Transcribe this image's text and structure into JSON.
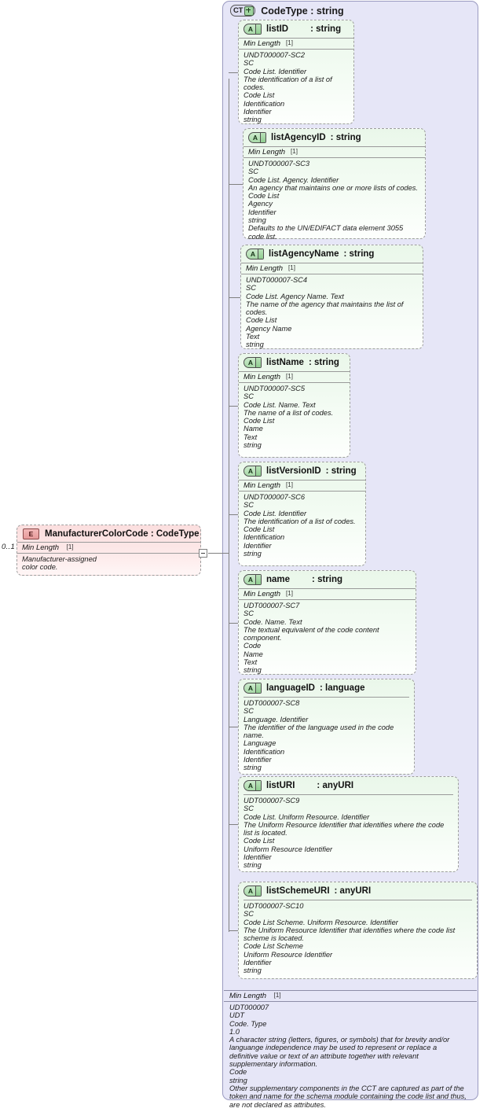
{
  "diagram": {
    "type": "xsd-schema-diagram",
    "colors": {
      "container_fill": "#e6e6f7",
      "container_border": "#9a9ac0",
      "attribute_fill": "#eaf7ea",
      "element_fill": "#fbdede",
      "connector": "#808080"
    }
  },
  "root_element": {
    "icon": "E",
    "name": "ManufacturerColorCode",
    "separator": ":",
    "type": "CodeType",
    "title": "ManufacturerColorCode : CodeType",
    "occurrence": "0..1",
    "facet_label": "Min Length",
    "facet_value": "[1]",
    "doc": [
      "Manufacturer-assigned",
      "color code."
    ]
  },
  "connector": {
    "collapse_icon": "minus-box"
  },
  "container": {
    "icon_text": "CT",
    "icon_expand": "+",
    "title": "CodeType : string",
    "footer": {
      "facet_label": "Min Length",
      "facet_value": "[1]",
      "doc": [
        "UDT000007",
        "UDT",
        "Code. Type",
        "1.0",
        "A character string (letters, figures, or symbols) that for brevity and/or languange independence may be used to represent or replace a definitive value or text of an attribute together with relevant supplementary information.",
        "Code",
        "string",
        "Other supplementary components in the CCT are captured as part of the token and name for the schema module containing the code list and thus, are not declared as attributes."
      ]
    }
  },
  "attributes": [
    {
      "icon": "A",
      "name": "listID",
      "separator": ":",
      "type": "string",
      "has_facet": true,
      "facet_label": "Min Length",
      "facet_value": "[1]",
      "doc": [
        "UNDT000007-SC2",
        "SC",
        "Code List. Identifier",
        "The identification of a list of codes.",
        "Code List",
        "Identification",
        "Identifier",
        "string"
      ]
    },
    {
      "icon": "A",
      "name": "listAgencyID",
      "separator": ":",
      "type": "string",
      "has_facet": true,
      "facet_label": "Min Length",
      "facet_value": "[1]",
      "doc": [
        "UNDT000007-SC3",
        "SC",
        "Code List. Agency. Identifier",
        "An agency that maintains one or more lists of codes.",
        "Code List",
        "Agency",
        "Identifier",
        "string",
        "Defaults to the UN/EDIFACT data element 3055 code list."
      ]
    },
    {
      "icon": "A",
      "name": "listAgencyName",
      "separator": ":",
      "type": "string",
      "has_facet": true,
      "facet_label": "Min Length",
      "facet_value": "[1]",
      "doc": [
        "UNDT000007-SC4",
        "SC",
        "Code List. Agency Name. Text",
        "The name of the agency that maintains the list of codes.",
        "Code List",
        "Agency Name",
        "Text",
        "string"
      ]
    },
    {
      "icon": "A",
      "name": "listName",
      "separator": ":",
      "type": "string",
      "has_facet": true,
      "facet_label": "Min Length",
      "facet_value": "[1]",
      "doc": [
        "UNDT000007-SC5",
        "SC",
        "Code List. Name. Text",
        "The name of a list of codes.",
        "Code List",
        "Name",
        "Text",
        "string"
      ]
    },
    {
      "icon": "A",
      "name": "listVersionID",
      "separator": ":",
      "type": "string",
      "has_facet": true,
      "facet_label": "Min Length",
      "facet_value": "[1]",
      "doc": [
        "UNDT000007-SC6",
        "SC",
        "Code List. Identifier",
        "The identification of a list of codes.",
        "Code List",
        "Identification",
        "Identifier",
        "string"
      ]
    },
    {
      "icon": "A",
      "name": "name",
      "separator": ":",
      "type": "string",
      "has_facet": true,
      "facet_label": "Min Length",
      "facet_value": "[1]",
      "doc": [
        "UDT000007-SC7",
        "SC",
        "Code. Name. Text",
        "The textual equivalent of the code content component.",
        "Code",
        "Name",
        "Text",
        "string"
      ]
    },
    {
      "icon": "A",
      "name": "languageID",
      "separator": ":",
      "type": "language",
      "has_facet": false,
      "facet_label": "",
      "facet_value": "",
      "doc": [
        "UDT000007-SC8",
        "SC",
        "Language. Identifier",
        "The identifier of the language used in the code name.",
        "Language",
        "Identification",
        "Identifier",
        "string"
      ]
    },
    {
      "icon": "A",
      "name": "listURI",
      "separator": ":",
      "type": "anyURI",
      "has_facet": false,
      "facet_label": "",
      "facet_value": "",
      "doc": [
        "UDT000007-SC9",
        "SC",
        "Code List. Uniform Resource. Identifier",
        "The Uniform Resource Identifier that identifies where the code list is located.",
        "Code List",
        "Uniform Resource Identifier",
        "Identifier",
        "string"
      ]
    },
    {
      "icon": "A",
      "name": "listSchemeURI",
      "separator": ":",
      "type": "anyURI",
      "has_facet": false,
      "facet_label": "",
      "facet_value": "",
      "doc": [
        "UDT000007-SC10",
        "SC",
        "Code List Scheme. Uniform Resource. Identifier",
        "The Uniform Resource Identifier that identifies where the code list scheme is located.",
        "Code List Scheme",
        "Uniform Resource Identifier",
        "Identifier",
        "string"
      ]
    }
  ]
}
